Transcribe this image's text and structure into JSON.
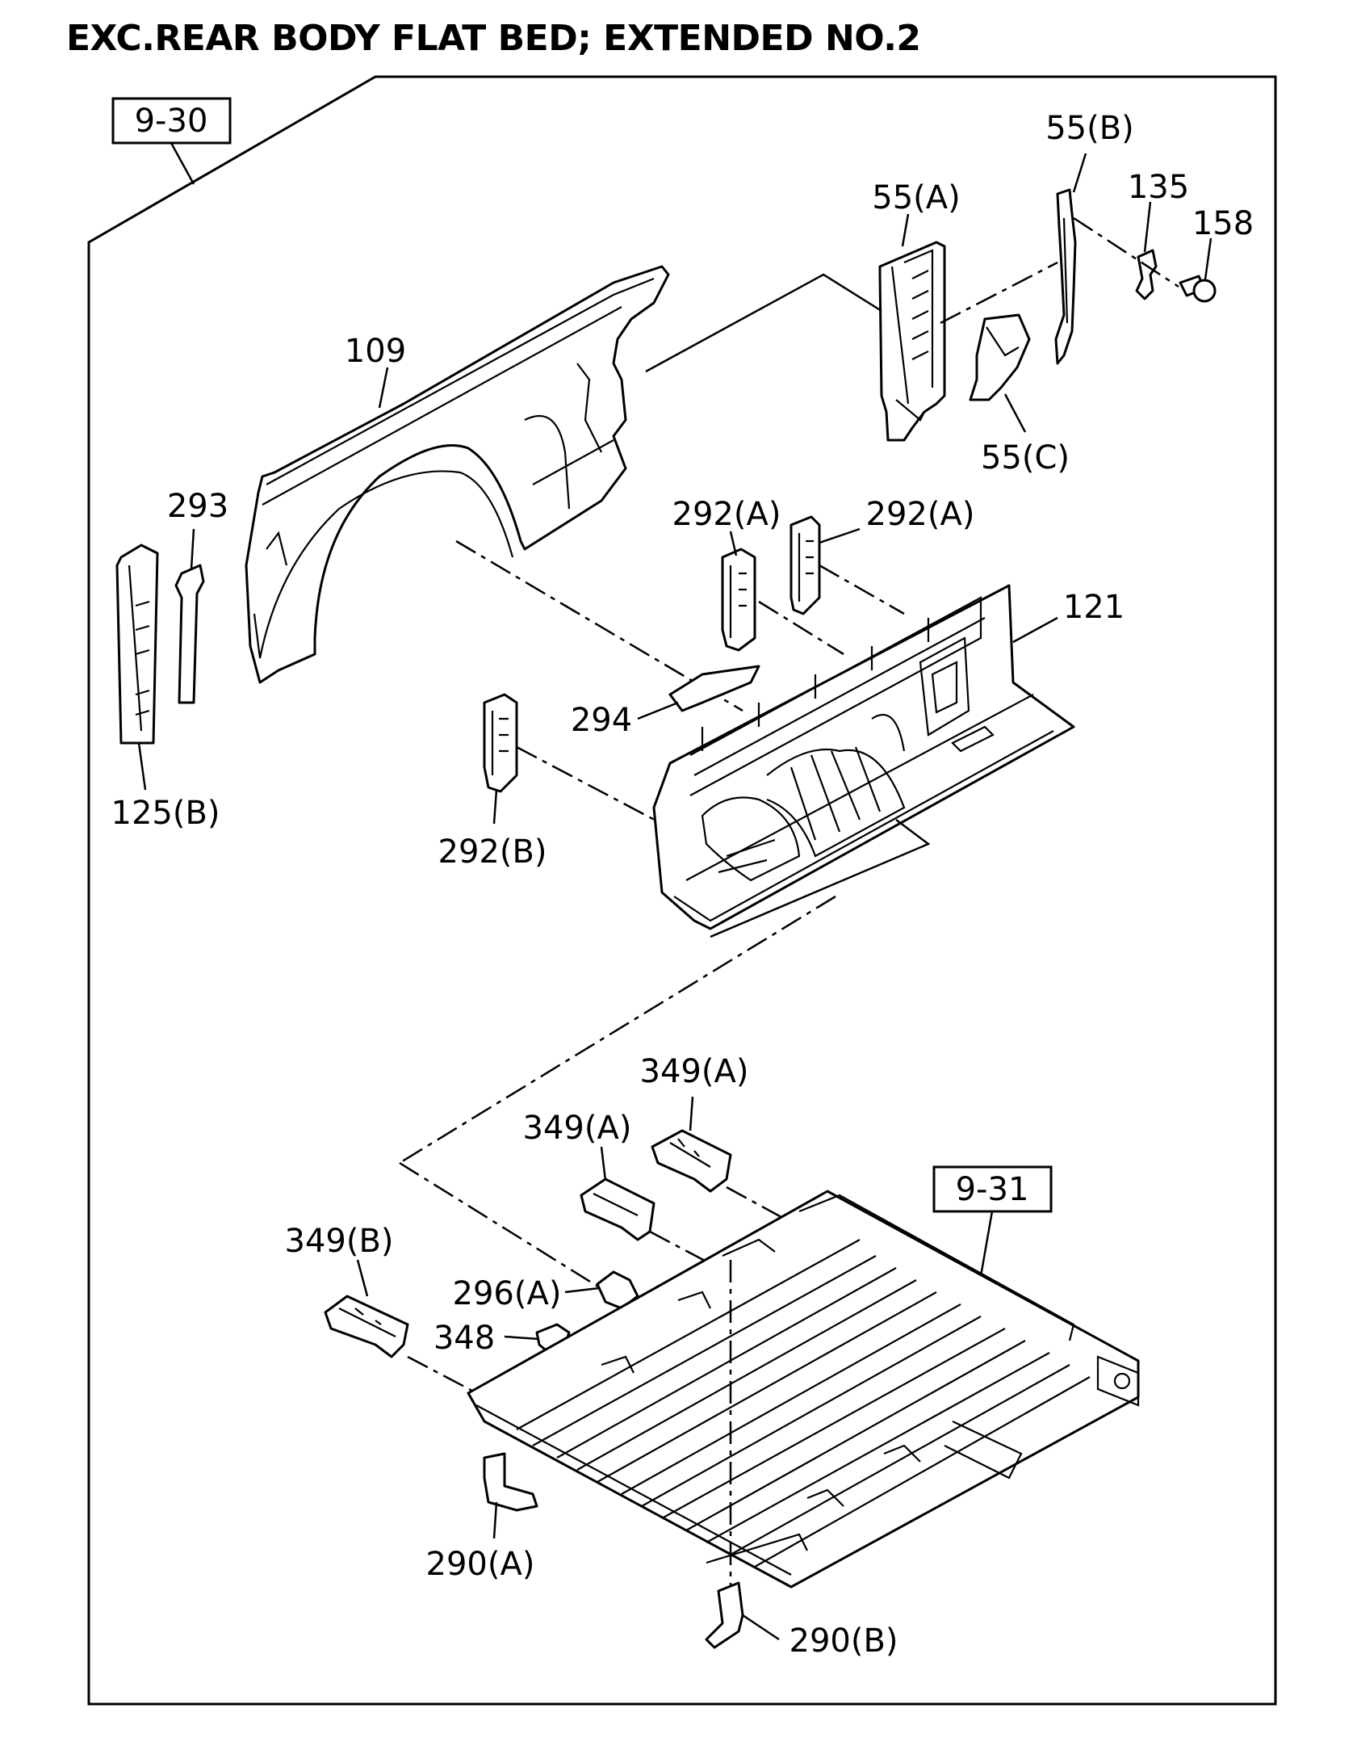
{
  "title": "EXC.REAR BODY FLAT BED; EXTENDED NO.2",
  "refs": {
    "r930": "9-30",
    "r931": "9-31"
  },
  "labels": {
    "p109": "109",
    "p55a": "55(A)",
    "p55b": "55(B)",
    "p55c": "55(C)",
    "p135": "135",
    "p158": "158",
    "p293": "293",
    "p125b": "125(B)",
    "p292a1": "292(A)",
    "p292a2": "292(A)",
    "p121": "121",
    "p294": "294",
    "p292b": "292(B)",
    "p349a1": "349(A)",
    "p349a2": "349(A)",
    "p349b": "349(B)",
    "p296a": "296(A)",
    "p348": "348",
    "p290a": "290(A)",
    "p290b": "290(B)"
  }
}
